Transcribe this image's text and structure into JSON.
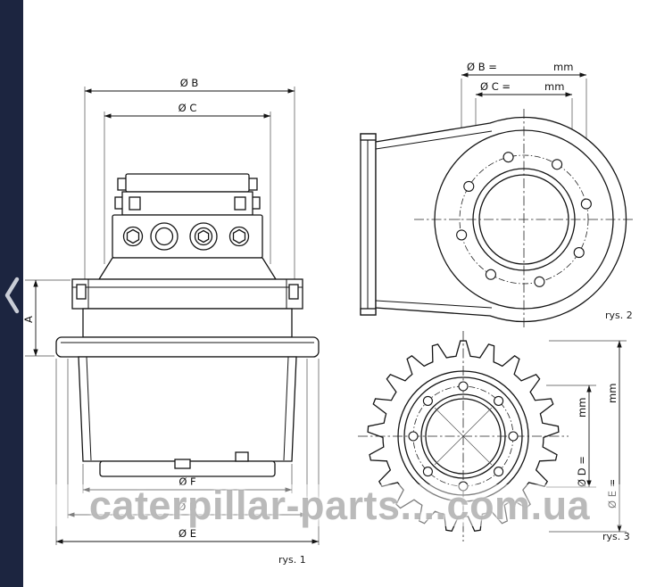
{
  "colors": {
    "sidebar": "#1c2540",
    "line": "#141414",
    "watermark_text": "#8f8f8f"
  },
  "sidebar": {
    "chevron_icon": "chevron-left"
  },
  "watermark": {
    "text": "caterpillar-parts....com.ua"
  },
  "figure1": {
    "caption": "rys. 1",
    "dims": {
      "b": "Ø B",
      "c": "Ø C",
      "a": "A",
      "f": "Ø F",
      "d": "Ø D",
      "e": "Ø E"
    }
  },
  "figure2": {
    "caption": "rys. 2",
    "dims": {
      "b_label": "Ø B =",
      "b_unit": "mm",
      "c_label": "Ø C =",
      "c_unit": "mm"
    }
  },
  "figure3": {
    "caption": "rys. 3",
    "dims": {
      "d_label": "Ø D =",
      "d_unit": "mm",
      "e_label": "Ø E =",
      "e_unit": "mm"
    }
  }
}
